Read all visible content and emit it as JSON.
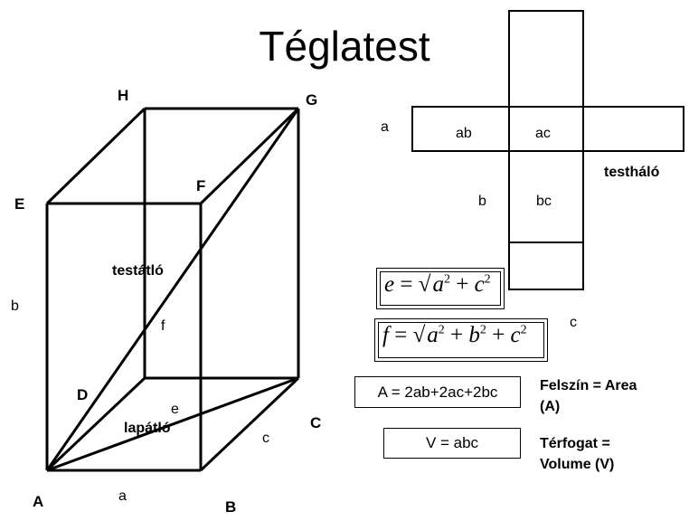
{
  "title": "Téglatest",
  "vertices": {
    "A": "A",
    "B": "B",
    "C": "C",
    "D": "D",
    "E": "E",
    "F": "F",
    "G": "G",
    "H": "H"
  },
  "cuboid": {
    "edge_a": "a",
    "edge_b": "b",
    "edge_c": "c",
    "diag_f": "f",
    "diag_e": "e",
    "space_diagonal": "testátló",
    "face_diagonal": "lapátló"
  },
  "net": {
    "a": "a",
    "ab": "ab",
    "ac": "ac",
    "b": "b",
    "bc": "bc",
    "c": "c",
    "title": "testháló"
  },
  "formulas": {
    "e": {
      "lhs": "e",
      "eq": "=",
      "t1": "a",
      "t2": "c"
    },
    "f": {
      "lhs": "f",
      "eq": "=",
      "t1": "a",
      "t2": "b",
      "t3": "c"
    },
    "area": "A = 2ab+2ac+2bc",
    "volume": "V = abc"
  },
  "captions": {
    "area_line1": "Felszín =  Area",
    "area_line2": "(A)",
    "volume_line1": "Térfogat =",
    "volume_line2": "Volume (V)"
  }
}
